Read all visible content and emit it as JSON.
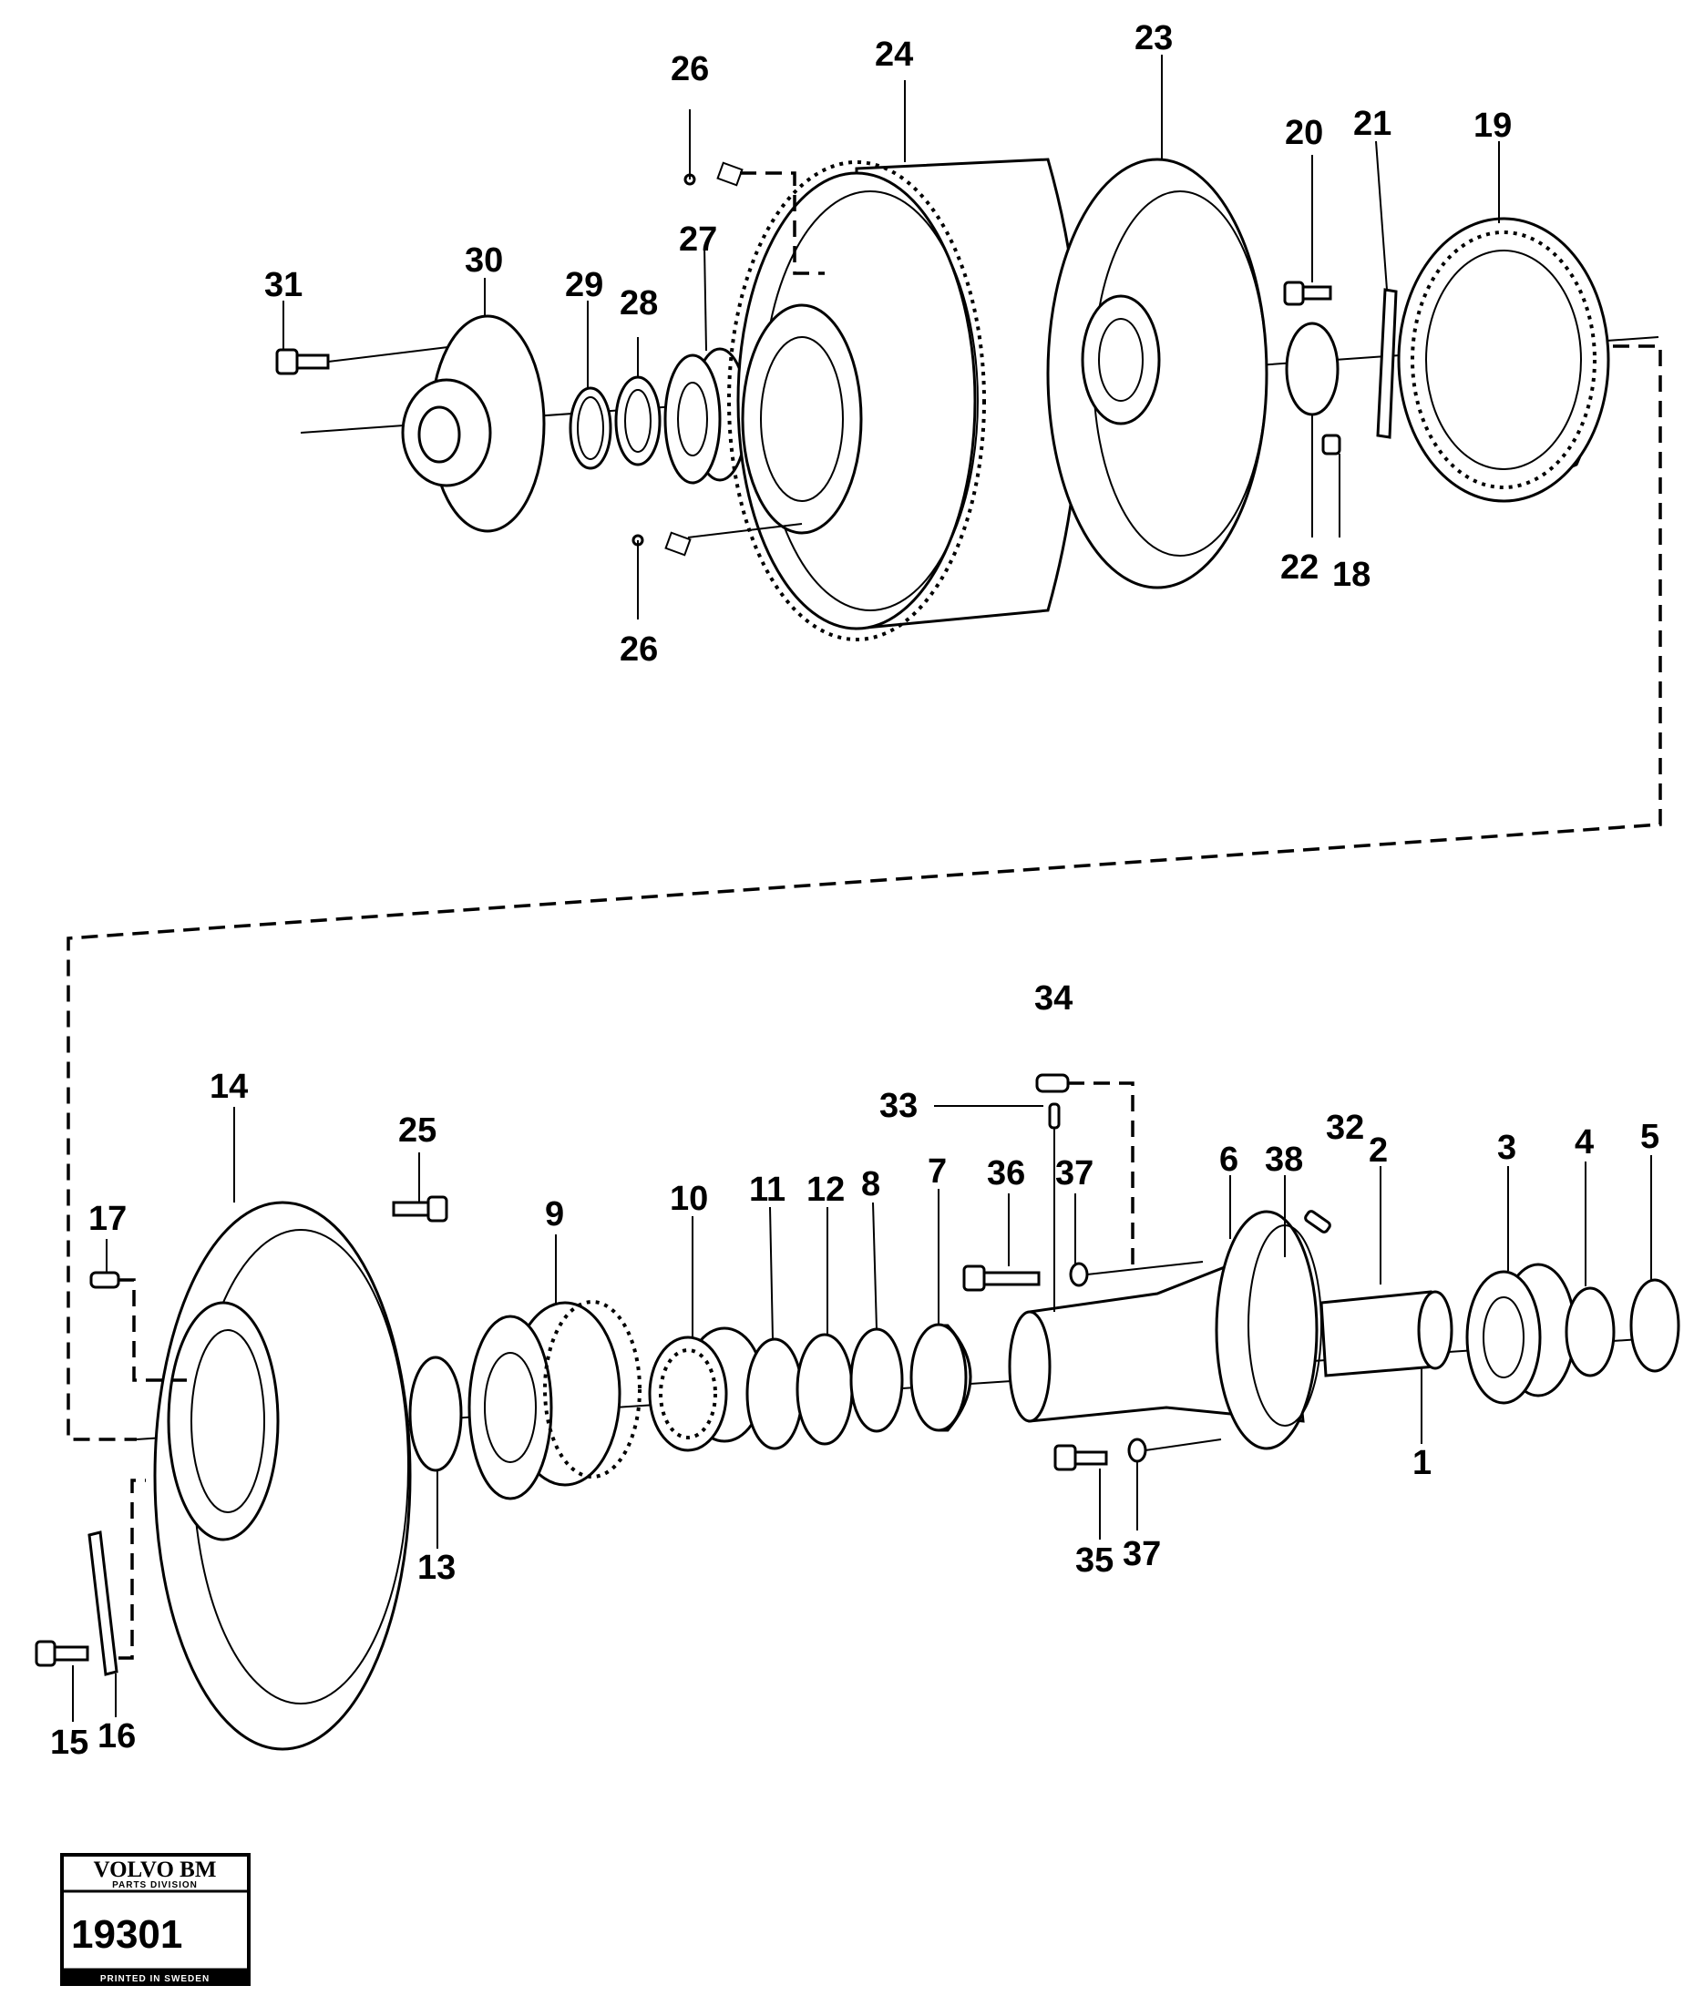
{
  "diagram": {
    "callouts": {
      "c1": "1",
      "c2": "2",
      "c3": "3",
      "c4": "4",
      "c5": "5",
      "c6": "6",
      "c7": "7",
      "c8": "8",
      "c9": "9",
      "c10": "10",
      "c11": "11",
      "c12": "12",
      "c13": "13",
      "c14": "14",
      "c15": "15",
      "c16": "16",
      "c17": "17",
      "c18": "18",
      "c19": "19",
      "c20": "20",
      "c21": "21",
      "c22": "22",
      "c23": "23",
      "c24": "24",
      "c25": "25",
      "c26a": "26",
      "c26b": "26",
      "c27": "27",
      "c28": "28",
      "c29": "29",
      "c30": "30",
      "c31": "31",
      "c32": "32",
      "c33": "33",
      "c34": "34",
      "c35": "35",
      "c36": "36",
      "c37a": "37",
      "c37b": "37",
      "c38": "38"
    }
  },
  "stamp": {
    "brand": "VOLVO BM",
    "division": "PARTS DIVISION",
    "number": "19301",
    "printed": "PRINTED IN SWEDEN"
  }
}
